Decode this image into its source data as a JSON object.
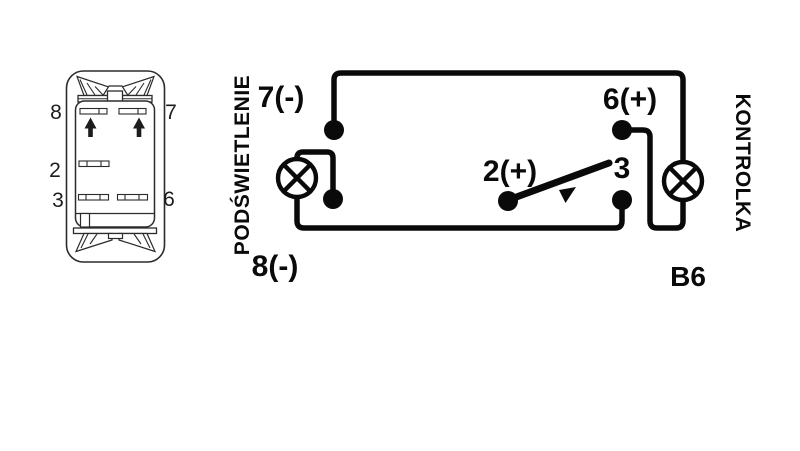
{
  "canvas": {
    "background": "#ffffff",
    "ink": "#0a0a0a",
    "figure_ink": "#2b2b2b"
  },
  "switch_rear_view": {
    "pins": {
      "p8": "8",
      "p7": "7",
      "p2": "2",
      "p3": "3",
      "p6": "6"
    }
  },
  "wiring": {
    "labels": {
      "backlight": "PODŚWIETLENIE",
      "indicator": "KONTROLKA",
      "terminal_7": "7(-)",
      "terminal_8": "8(-)",
      "terminal_2": "2(+)",
      "terminal_3": "3",
      "terminal_6": "6(+)",
      "model": "B6"
    }
  }
}
